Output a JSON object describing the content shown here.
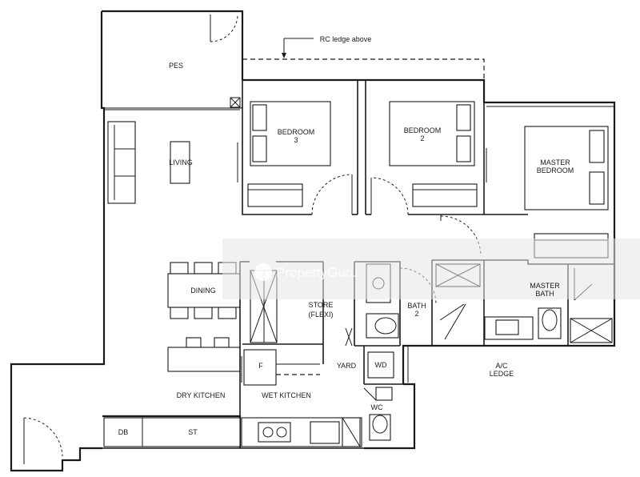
{
  "labels": {
    "rc_ledge": "RC ledge above",
    "pes": "PES",
    "living": "LIVING",
    "bedroom3_a": "BEDROOM",
    "bedroom3_b": "3",
    "bedroom2_a": "BEDROOM",
    "bedroom2_b": "2",
    "master_a": "MASTER",
    "master_b": "BEDROOM",
    "dining": "DINING",
    "store_a": "STORE",
    "store_b": "(FLEXI)",
    "bath2_a": "BATH",
    "bath2_b": "2",
    "master_bath_a": "MASTER",
    "master_bath_b": "BATH",
    "yard": "YARD",
    "wd": "WD",
    "fridge": "F",
    "ac_a": "A/C",
    "ac_b": "LEDGE",
    "dry_kitchen": "DRY KITCHEN",
    "wet_kitchen": "WET KITCHEN",
    "wc": "WC",
    "db": "DB",
    "st": "ST"
  },
  "watermark": {
    "text": "PropertyGuru"
  },
  "colors": {
    "line": "#1a1a1a",
    "watermark_band": "#e6e6e6"
  }
}
